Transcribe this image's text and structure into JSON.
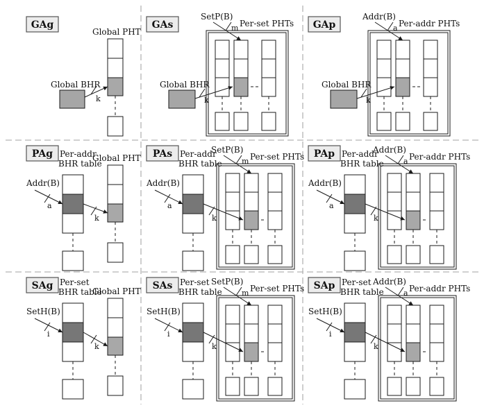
{
  "colors": {
    "line": "#1a1a1a",
    "frame": "#8a8a8a",
    "divider": "#b3b3b3",
    "bhr_fill": "#a6a6a6",
    "bhr_selected": "#777777",
    "pht_selected": "#a8a8a8",
    "label_bg": "#ececec"
  },
  "labels": {
    "global_pht": "Global PHT",
    "global_bhr": "Global BHR",
    "per_set_phts": "Per-set PHTs",
    "per_addr_phts": "Per-addr PHTs",
    "per_addr_bhr_table_1": "Per-addr",
    "per_addr_bhr_table_2": "BHR table",
    "per_set_bhr_table_1": "Per-set",
    "per_set_bhr_table_2": "BHR table",
    "set_p_b": "SetP(B)",
    "addr_b": "Addr(B)",
    "set_h_b": "SetH(B)",
    "k": "k",
    "m": "m",
    "a": "a",
    "i": "i"
  },
  "cells": [
    {
      "name": "GAg",
      "history": "global",
      "pht": "global"
    },
    {
      "name": "GAs",
      "history": "global",
      "pht": "per-set"
    },
    {
      "name": "GAp",
      "history": "global",
      "pht": "per-addr"
    },
    {
      "name": "PAg",
      "history": "per-addr",
      "pht": "global"
    },
    {
      "name": "PAs",
      "history": "per-addr",
      "pht": "per-set"
    },
    {
      "name": "PAp",
      "history": "per-addr",
      "pht": "per-addr"
    },
    {
      "name": "SAg",
      "history": "per-set",
      "pht": "global"
    },
    {
      "name": "SAs",
      "history": "per-set",
      "pht": "per-set"
    },
    {
      "name": "SAp",
      "history": "per-set",
      "pht": "per-addr"
    }
  ]
}
